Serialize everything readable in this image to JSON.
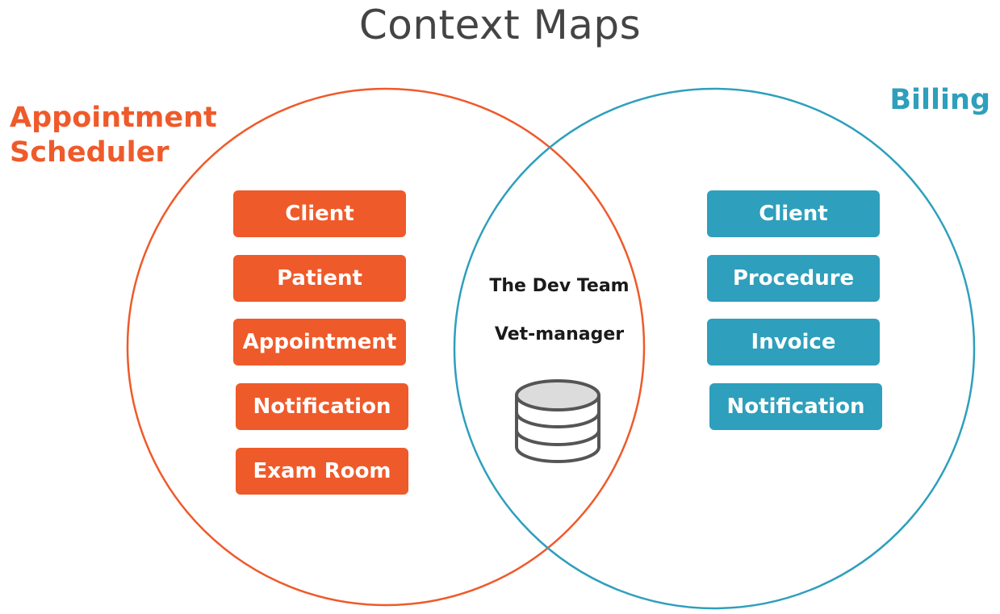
{
  "title": "Context Maps",
  "colors": {
    "appointment_scheduler": "#ef5a2a",
    "billing": "#2e9fbc",
    "text": "#1a1a1a"
  },
  "contexts": {
    "left": {
      "name_line1": "Appointment",
      "name_line2": "Scheduler",
      "items": [
        "Client",
        "Patient",
        "Appointment",
        "Notification",
        "Exam Room"
      ]
    },
    "right": {
      "name": "Billing",
      "items": [
        "Client",
        "Procedure",
        "Invoice",
        "Notification"
      ]
    }
  },
  "shared": {
    "team": "The Dev Team",
    "system": "Vet-manager",
    "icon": "database-icon"
  }
}
